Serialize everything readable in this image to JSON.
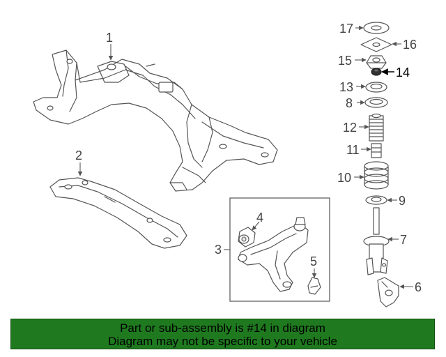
{
  "callouts": {
    "n1": "1",
    "n2": "2",
    "n3": "3",
    "n4": "4",
    "n5": "5",
    "n6": "6",
    "n7": "7",
    "n8": "8",
    "n9": "9",
    "n10": "10",
    "n11": "11",
    "n12": "12",
    "n13": "13",
    "n14": "14",
    "n15": "15",
    "n16": "16",
    "n17": "17"
  },
  "highlighted_part": "14",
  "footer": {
    "line1": "Part or sub-assembly is #14 in diagram",
    "line2": "Diagram may not be specific to your vehicle"
  },
  "colors": {
    "footer_background": "#1f7a1f",
    "highlight": "#000000",
    "linework": "#555555"
  }
}
